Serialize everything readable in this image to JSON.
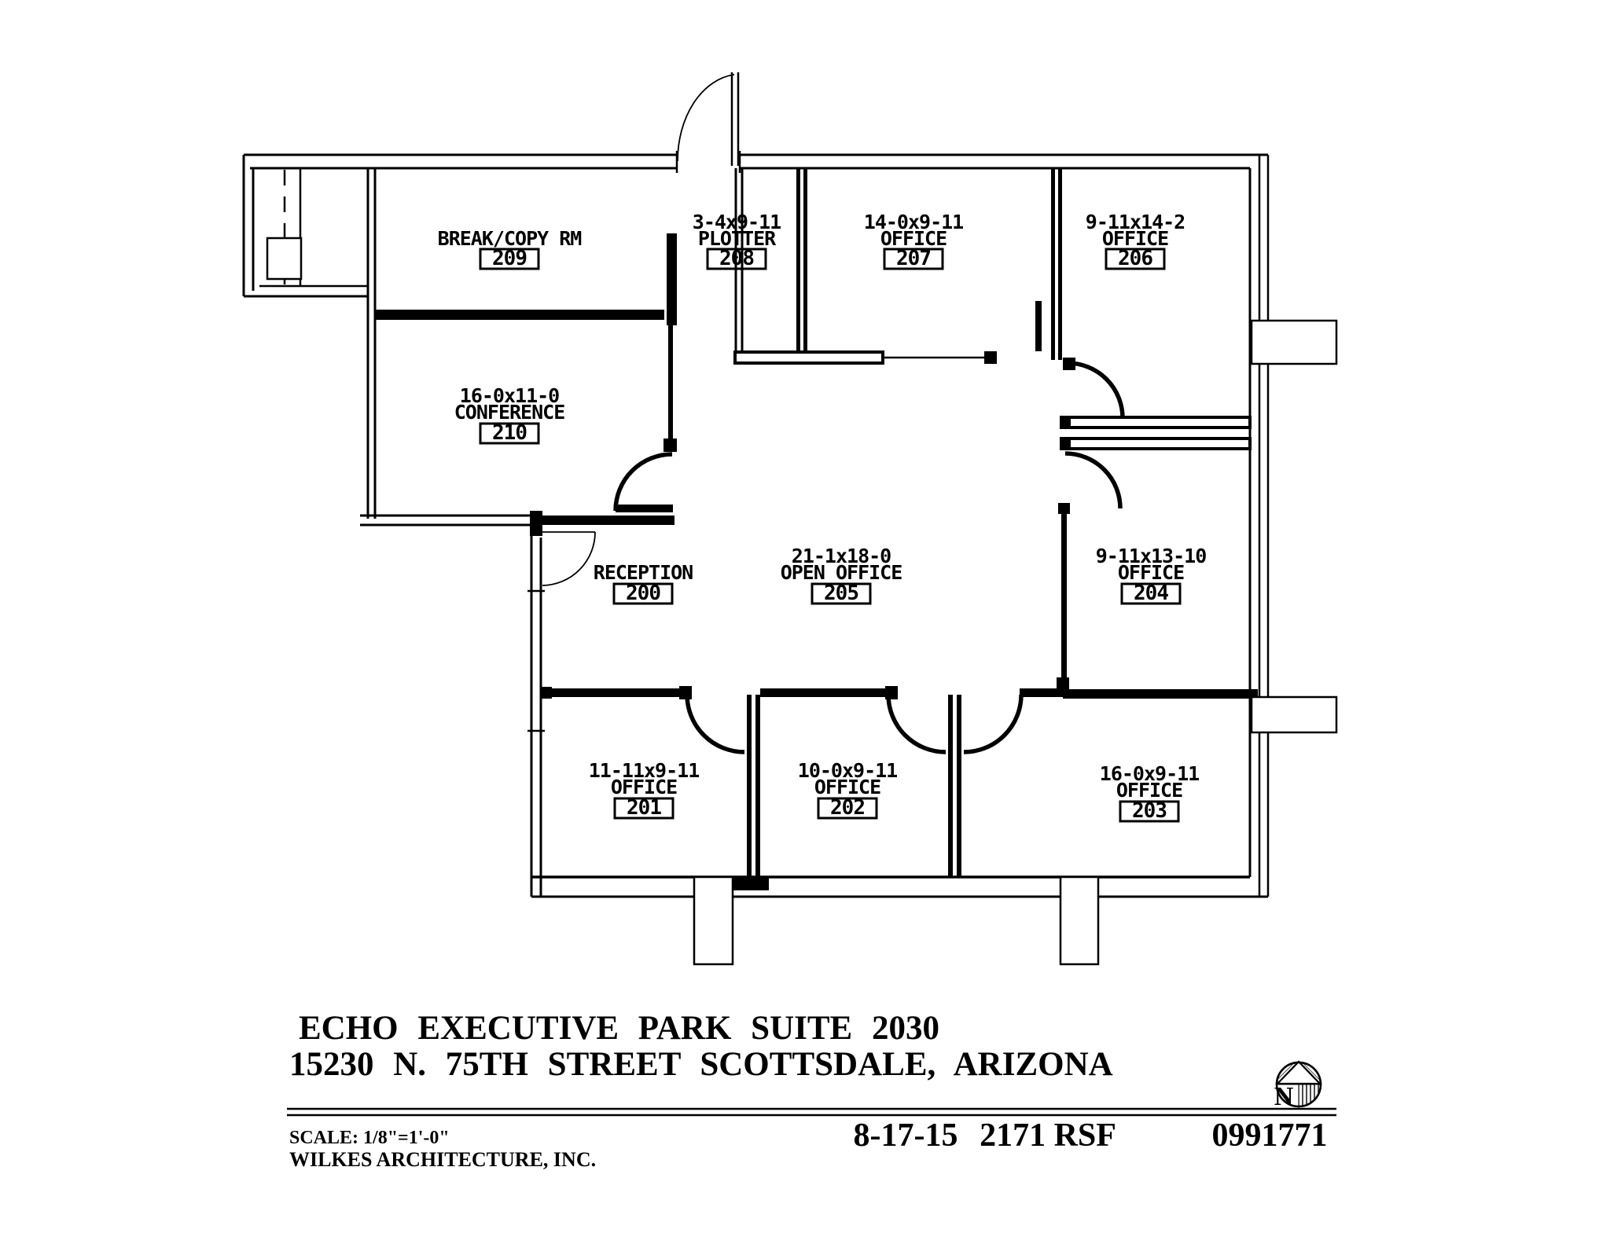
{
  "drawing": {
    "type": "floor-plan",
    "line_color": "#000000",
    "background": "#ffffff"
  },
  "rooms": [
    {
      "dims": "",
      "name": "BREAK/COPY RM",
      "number": "209"
    },
    {
      "dims": "3-4x9-11",
      "name": "PLOTTER",
      "number": "208"
    },
    {
      "dims": "14-0x9-11",
      "name": "OFFICE",
      "number": "207"
    },
    {
      "dims": "9-11x14-2",
      "name": "OFFICE",
      "number": "206"
    },
    {
      "dims": "16-0x11-0",
      "name": "CONFERENCE",
      "number": "210"
    },
    {
      "dims": "",
      "name": "RECEPTION",
      "number": "200"
    },
    {
      "dims": "21-1x18-0",
      "name": "OPEN  OFFICE",
      "number": "205"
    },
    {
      "dims": "9-11x13-10",
      "name": "OFFICE",
      "number": "204"
    },
    {
      "dims": "11-11x9-11",
      "name": "OFFICE",
      "number": "201"
    },
    {
      "dims": "10-0x9-11",
      "name": "OFFICE",
      "number": "202"
    },
    {
      "dims": "16-0x9-11",
      "name": "OFFICE",
      "number": "203"
    }
  ],
  "title_block": {
    "project": "ECHO  EXECUTIVE  PARK  SUITE  2030",
    "address": "15230  N.  75TH  STREET  SCOTTSDALE,  ARIZONA",
    "scale": "SCALE:  1/8\"=1'-0\"",
    "firm": "WILKES  ARCHITECTURE,  INC.",
    "date": "8-17-15",
    "area": "2171  RSF",
    "sheet_number": "0991771",
    "north_label": "N"
  }
}
